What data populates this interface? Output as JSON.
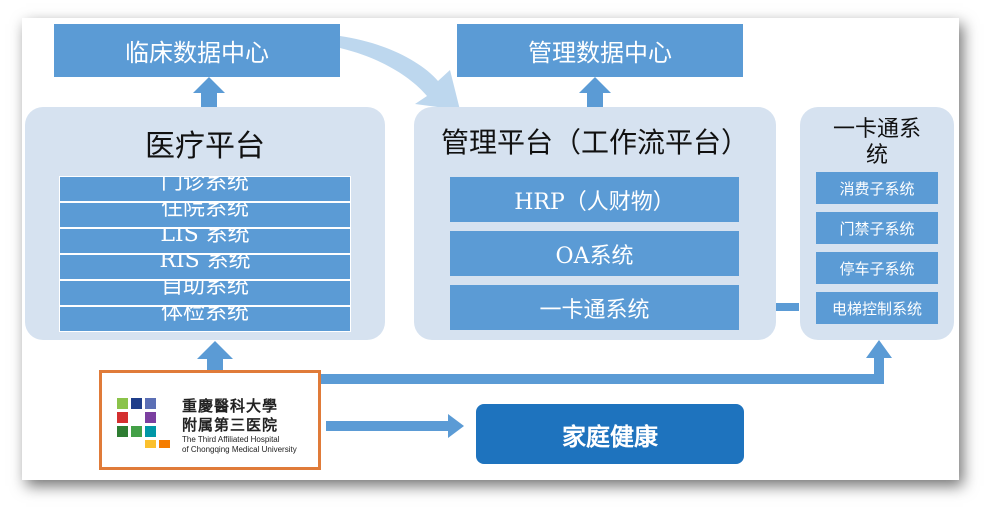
{
  "top_headers": {
    "clinical_data_center": "临床数据中心",
    "management_data_center": "管理数据中心"
  },
  "medical_platform": {
    "title": "医疗平台",
    "systems": [
      "门诊系统",
      "住院系统",
      "LIS 系统",
      "RIS 系统",
      "自助系统",
      "体检系统"
    ]
  },
  "management_platform": {
    "title": "管理平台（工作流平台）",
    "systems": [
      "HRP（人财物）",
      "OA系统",
      "一卡通系统"
    ]
  },
  "card_system": {
    "title_line1": "一卡通系",
    "title_line2": "统",
    "subsystems": [
      "消费子系统",
      "门禁子系统",
      "停车子系统",
      "电梯控制系统"
    ]
  },
  "hospital_logo": {
    "name_line1": "重慶醫科大學",
    "name_line2": "附属第三医院",
    "english_line1": "The Third Affiliated Hospital",
    "english_line2": "of Chongqing Medical University"
  },
  "family_health": "家庭健康",
  "colors": {
    "bar": "#5b9bd5",
    "panel": "#d6e2f0",
    "family": "#1e73be",
    "logo_border": "#e07b39",
    "arrow_light": "#bdd7ee"
  }
}
